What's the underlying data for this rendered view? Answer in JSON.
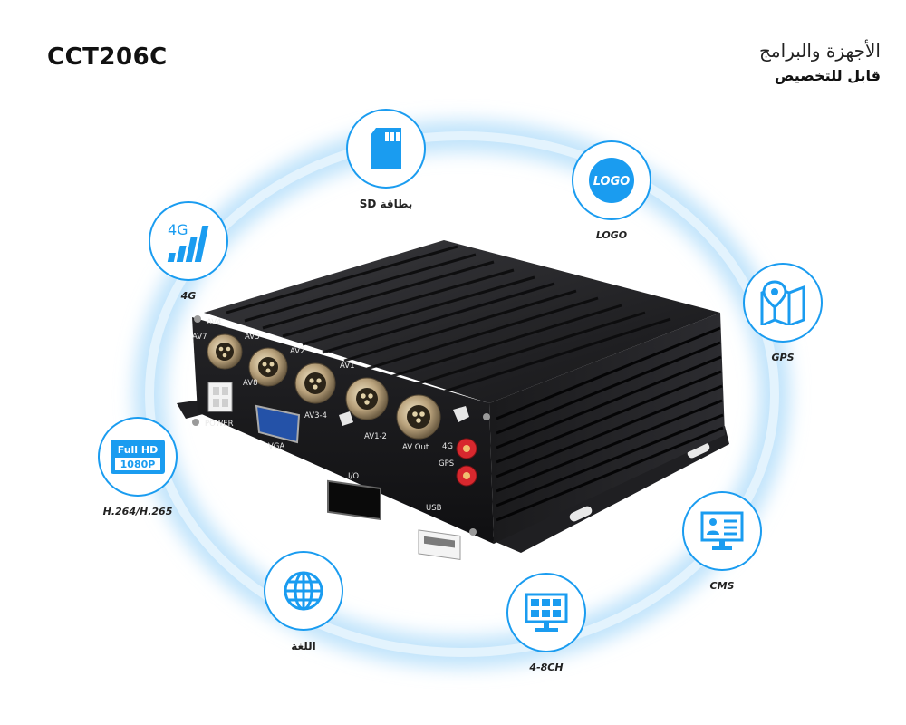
{
  "header": {
    "model": "CCT206C",
    "title_ar": "الأجهزة والبرامج",
    "subtitle_ar": "قابل للتخصيص"
  },
  "features": [
    {
      "id": "sd",
      "label": "بطاقة SD",
      "icon": "sd-card-icon"
    },
    {
      "id": "logo",
      "label": "LOGO",
      "icon": "logo-badge-icon",
      "badge": "LOGO"
    },
    {
      "id": "4g",
      "label": "4G",
      "icon": "signal-4g-icon",
      "badge": "4G"
    },
    {
      "id": "gps",
      "label": "GPS",
      "icon": "map-pin-icon"
    },
    {
      "id": "hd",
      "label": "H.264/H.265",
      "icon": "full-hd-icon",
      "badge_top": "Full HD",
      "badge_bottom": "1080P"
    },
    {
      "id": "cms",
      "label": "CMS",
      "icon": "monitor-profile-icon"
    },
    {
      "id": "lang",
      "label": "اللغة",
      "icon": "globe-icon"
    },
    {
      "id": "ch",
      "label": "4-8CH",
      "icon": "grid-screen-icon"
    }
  ],
  "device": {
    "ports": {
      "av4": "AV4",
      "av7": "AV7",
      "av3": "AV3",
      "av2": "AV2",
      "av1": "AV1",
      "av8": "AV8",
      "av34": "AV3-4",
      "av12": "AV1-2",
      "avout": "AV Out",
      "power": "POWER",
      "vga": "VGA",
      "io": "I/O",
      "usb": "USB",
      "g4": "4G",
      "gps": "GPS"
    }
  },
  "colors": {
    "accent": "#1a9cf0",
    "glow": "#bfe3fb",
    "metal": "#1b1b1d",
    "connector": "#b9a27c",
    "antenna": "#d8282e"
  }
}
